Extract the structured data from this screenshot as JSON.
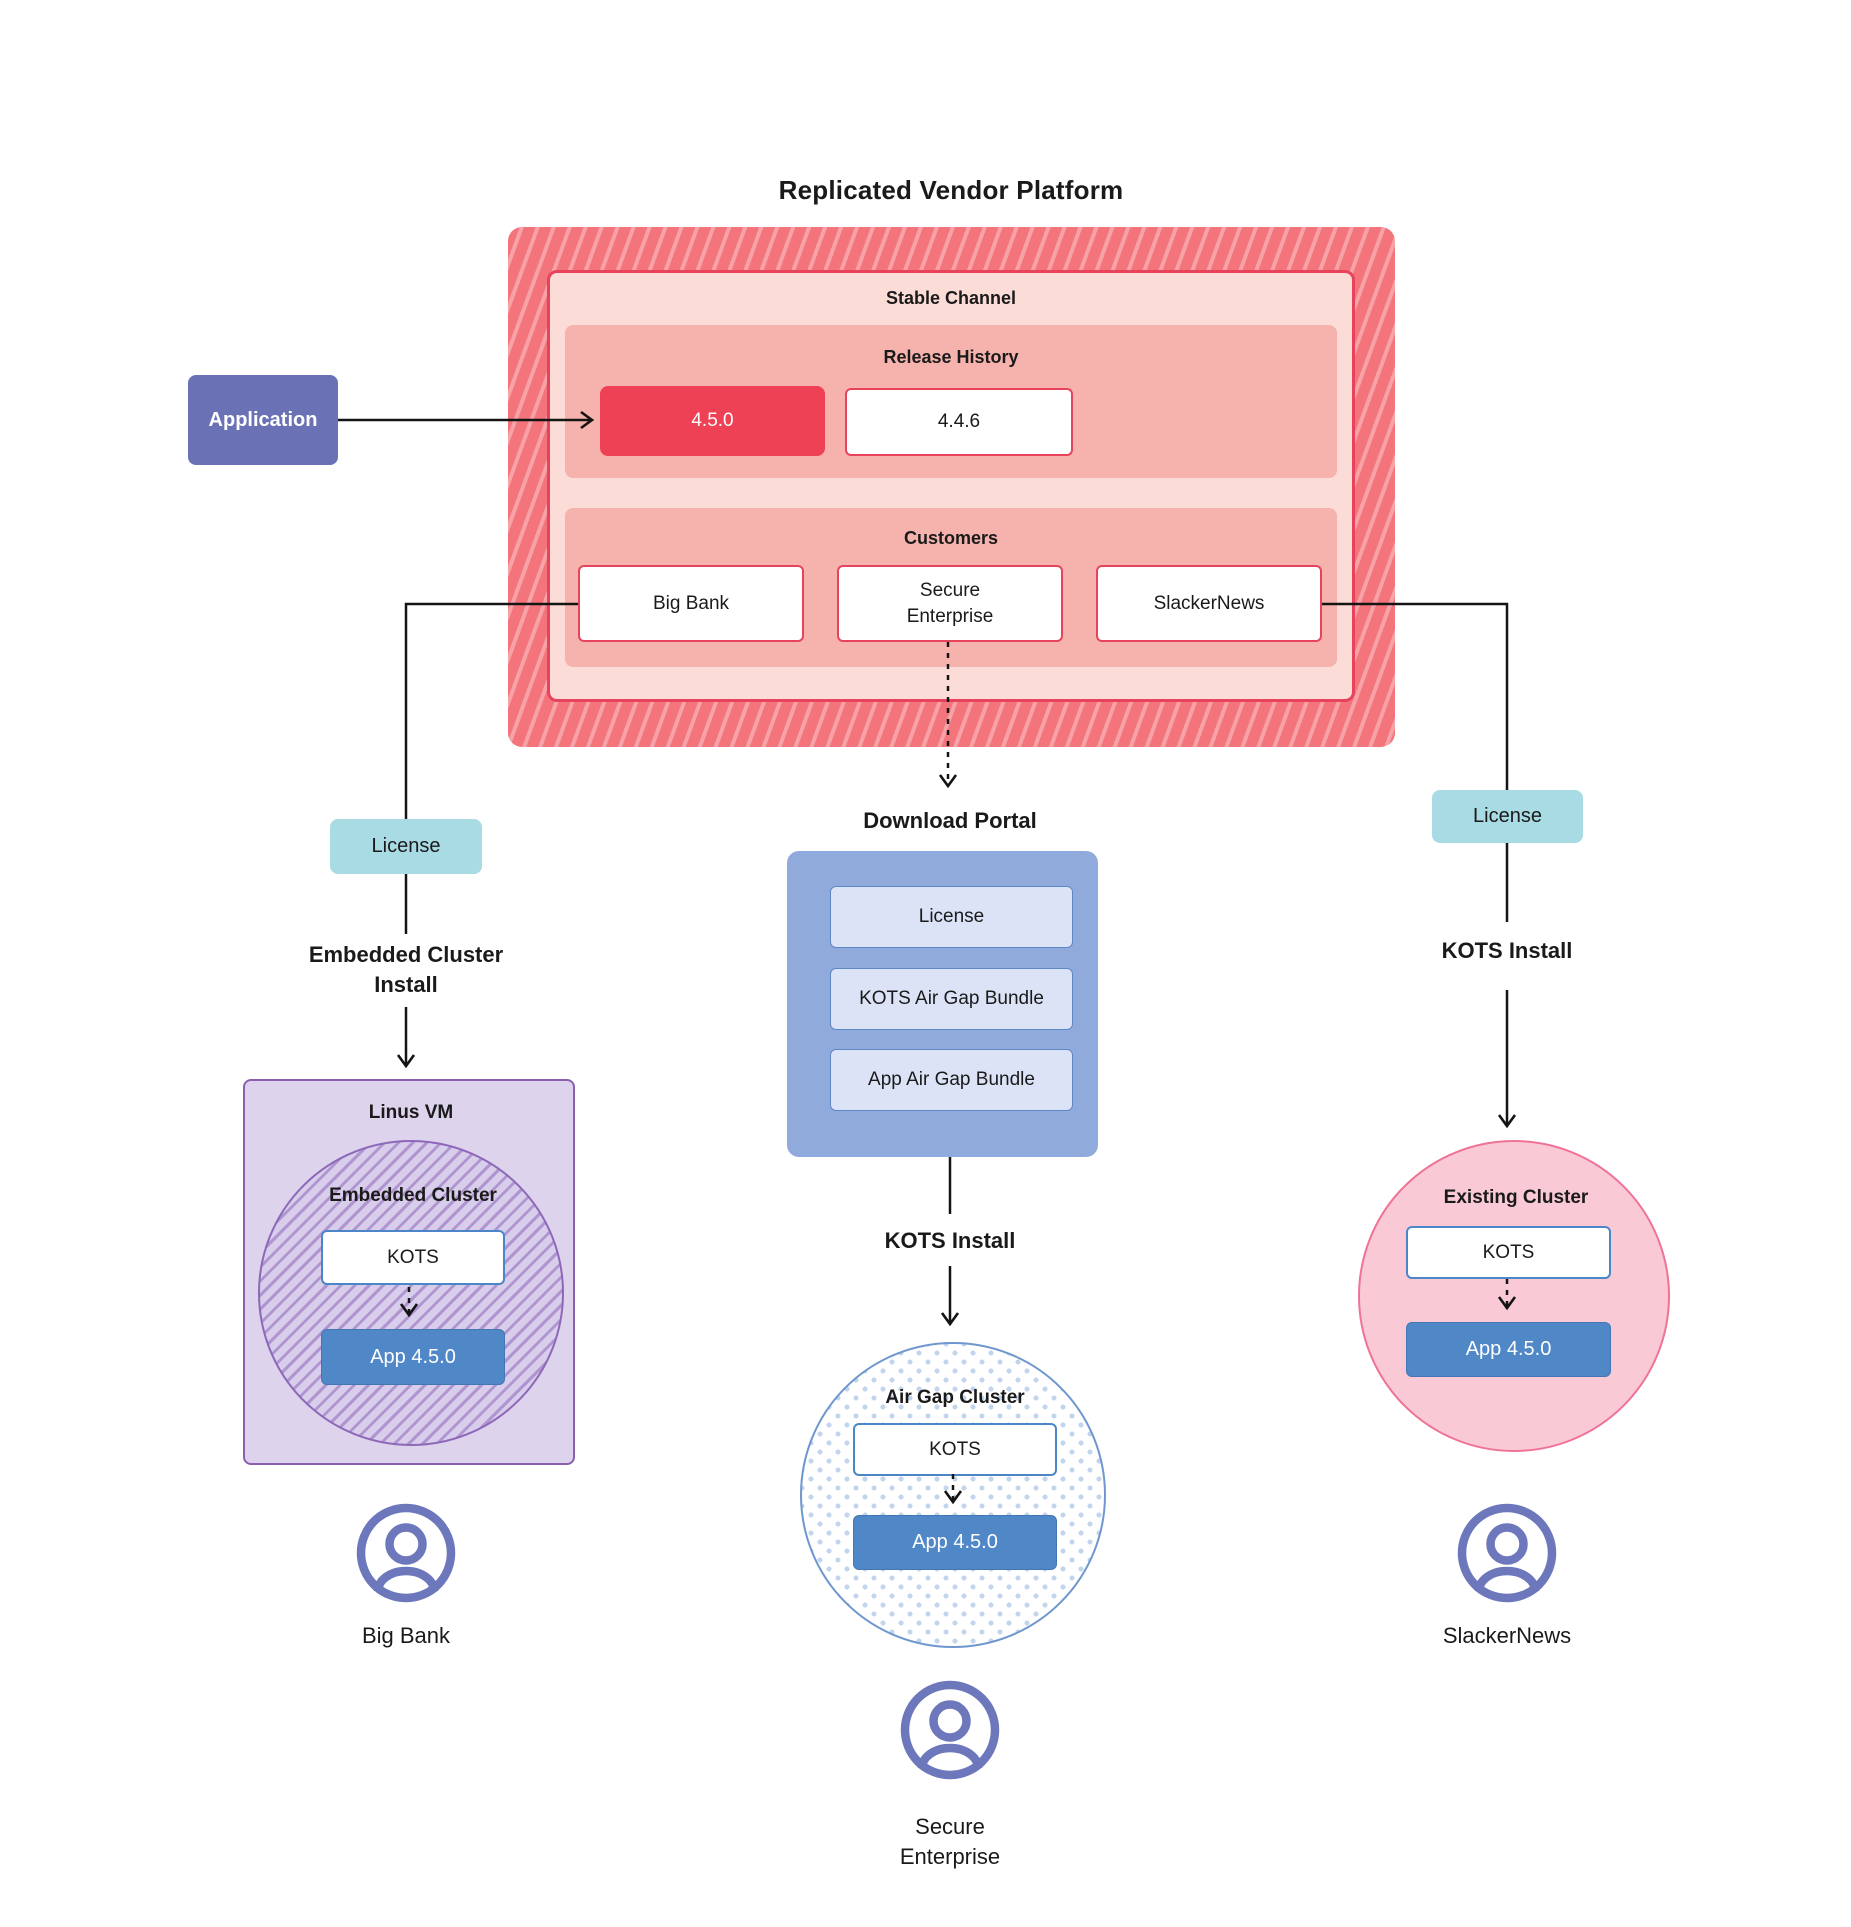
{
  "title": "Replicated Vendor Platform",
  "application": {
    "label": "Application"
  },
  "platform": {
    "stable_channel_label": "Stable Channel",
    "release_history_label": "Release History",
    "release_current": "4.5.0",
    "release_previous": "4.4.6",
    "customers_label": "Customers",
    "customer_big_bank": "Big Bank",
    "customer_secure_enterprise": "Secure Enterprise",
    "customer_slackernews": "SlackerNews"
  },
  "left_branch": {
    "license_label": "License",
    "install_label": "Embedded Cluster Install",
    "vm_label": "Linus VM",
    "cluster_label": "Embedded Cluster",
    "kots_label": "KOTS",
    "app_label": "App 4.5.0",
    "persona_label": "Big Bank"
  },
  "middle_branch": {
    "portal_label": "Download Portal",
    "portal_items": [
      "License",
      "KOTS Air Gap Bundle",
      "App Air Gap Bundle"
    ],
    "install_label": "KOTS Install",
    "cluster_label": "Air Gap Cluster",
    "kots_label": "KOTS",
    "app_label": "App 4.5.0",
    "persona_label": "Secure Enterprise"
  },
  "right_branch": {
    "license_label": "License",
    "install_label": "KOTS Install",
    "cluster_label": "Existing Cluster",
    "kots_label": "KOTS",
    "app_label": "App 4.5.0",
    "persona_label": "SlackerNews"
  },
  "colors": {
    "frame_red": "#f3747b",
    "frame_stripe": "#f7a2a7",
    "stable_fill": "#fcdcd7",
    "stable_border": "#e8435c",
    "panel_pink": "#f6b3ad",
    "release_highlight": "#ee4156",
    "application_purple": "#6b71b5",
    "license_teal": "#a9dbe4",
    "portal_blue": "#90abdb",
    "portal_item_fill": "#dce3f6",
    "vm_purple_fill": "#ddd3ec",
    "vm_purple_border": "#8a5fae",
    "cluster_hatch_purple": "#b096d0",
    "airgap_dot_blue": "#c3d5ed",
    "existing_pink": "#f9cad6",
    "app_blue": "#4f87c7",
    "persona_indigo": "#6d77bb",
    "connector_black": "#141414"
  }
}
